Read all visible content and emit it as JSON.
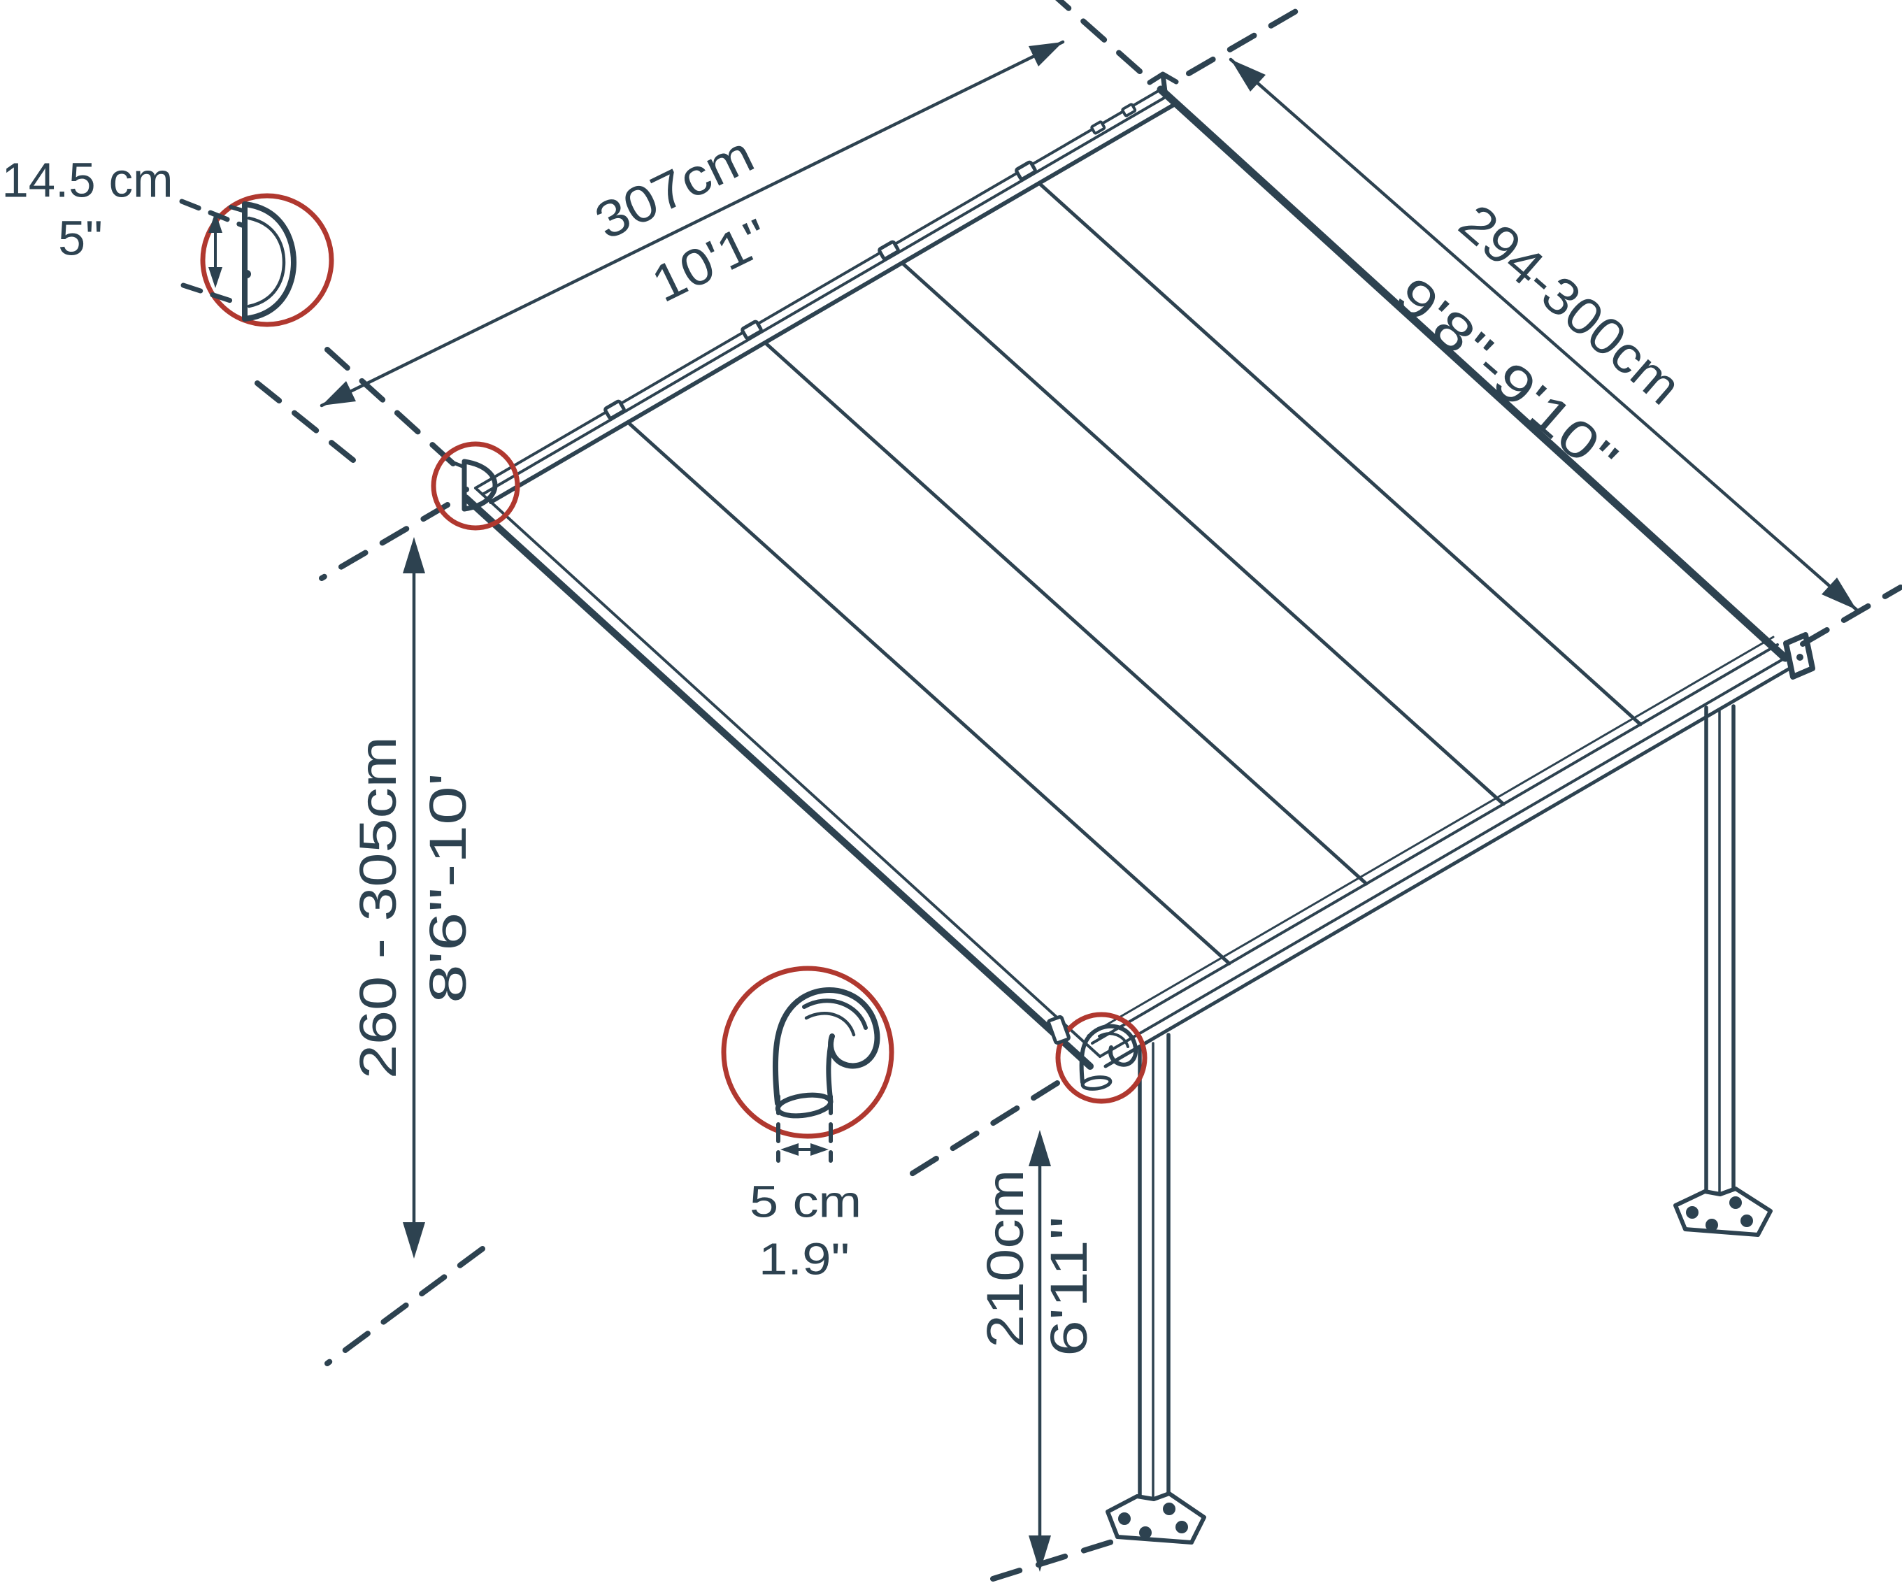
{
  "figure": {
    "description": "Isometric dimension diagram of a wall-attached patio cover with two posts",
    "colors": {
      "ink": "#2d4250",
      "accent": "#b0382f",
      "background": "#ffffff"
    },
    "labels": {
      "gutter_profile_height": {
        "metric": "14.5 cm",
        "imperial": "5\""
      },
      "roof_width": {
        "metric": "307cm",
        "imperial": "10'1\""
      },
      "roof_projection": {
        "metric": "294-300cm",
        "imperial": "9'8\"-9'10\""
      },
      "rear_height": {
        "metric": "260 - 305cm",
        "imperial": "8'6\"-10'"
      },
      "post_profile_width": {
        "metric": "5 cm",
        "imperial": "1.9\""
      },
      "front_clearance_height": {
        "metric": "210cm",
        "imperial": "6'11\""
      }
    }
  }
}
